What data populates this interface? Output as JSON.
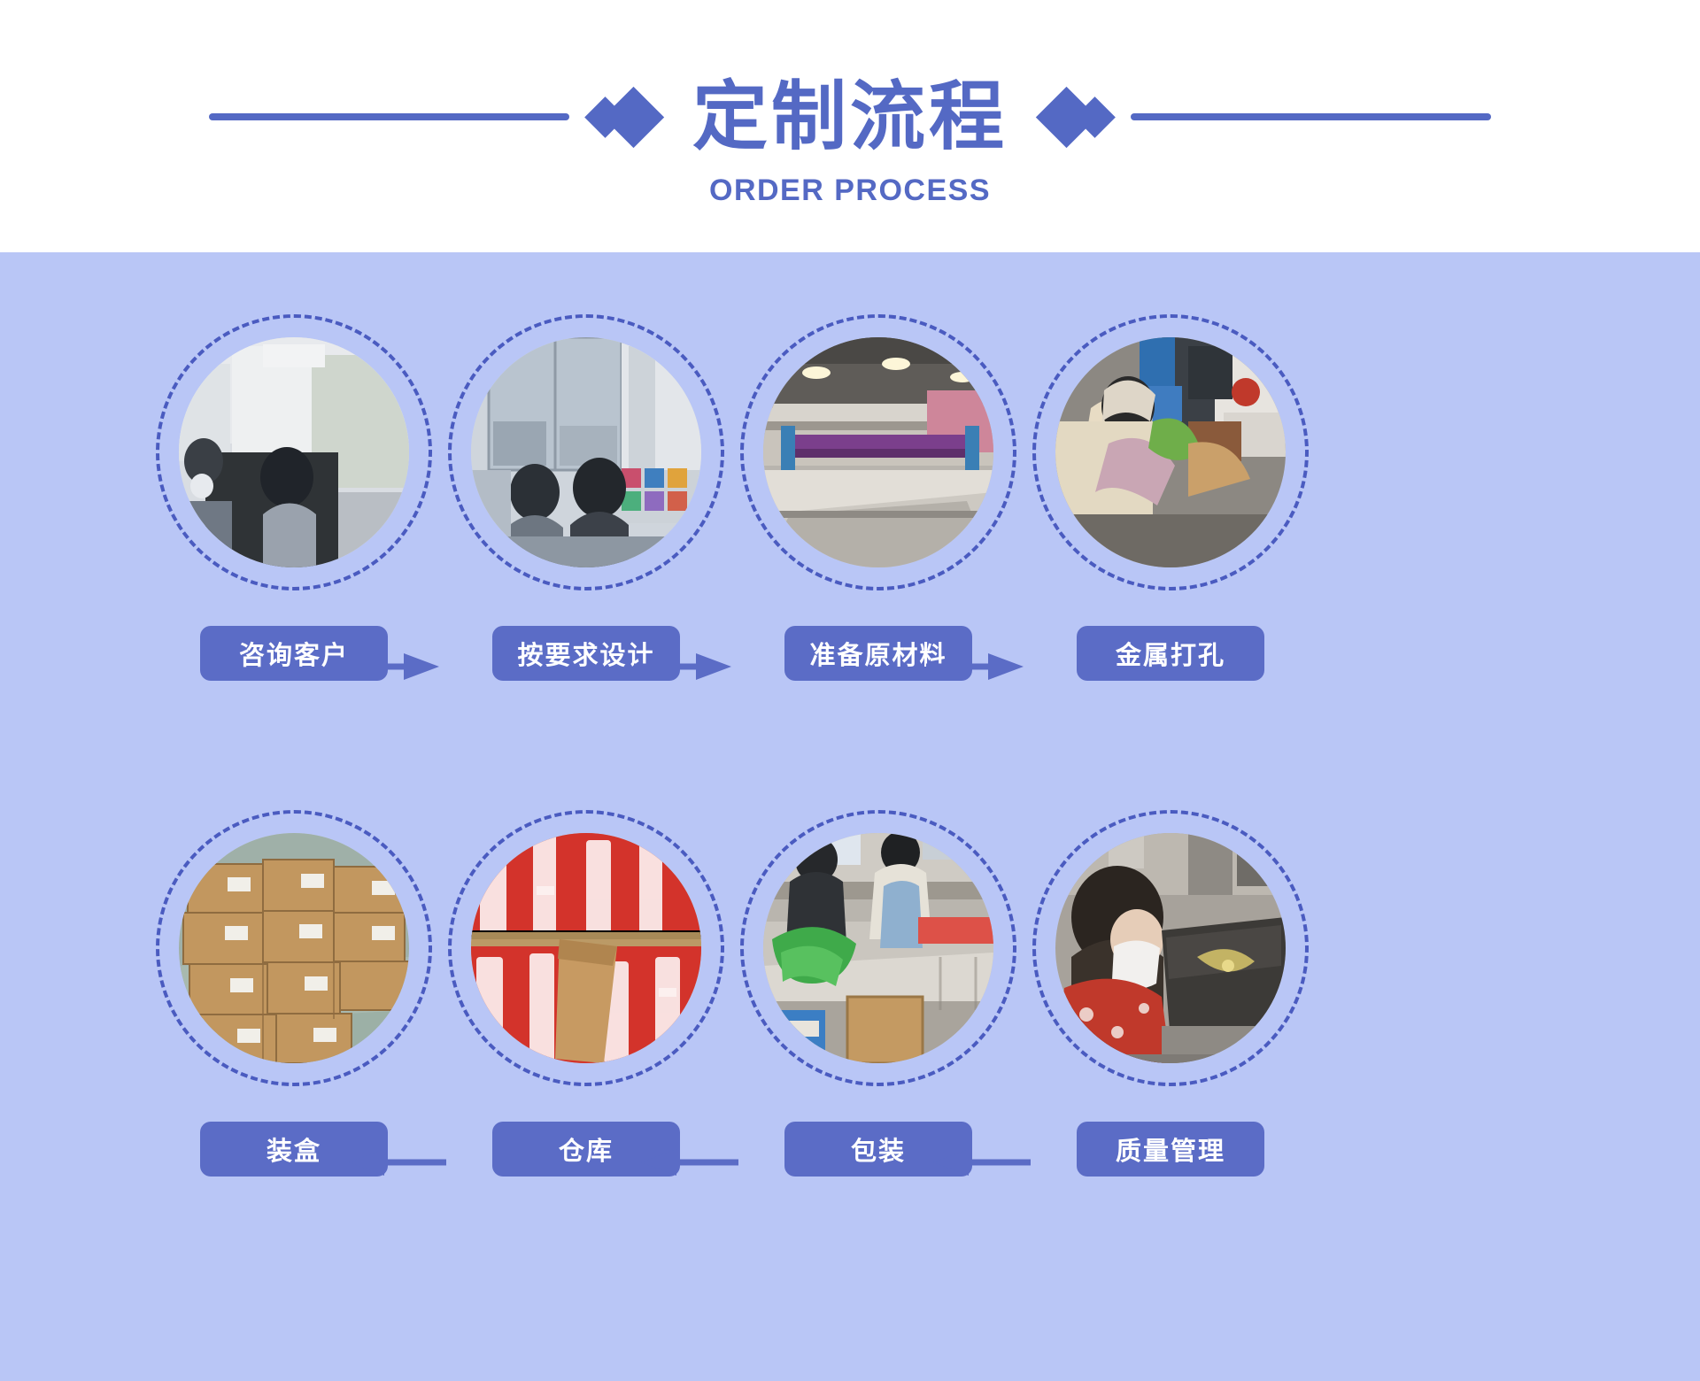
{
  "header": {
    "title_cn": "定制流程",
    "title_en": "ORDER PROCESS",
    "accent_color": "#5469c4",
    "left_rule": "",
    "right_rule": "",
    "diamond_small": "",
    "diamond_big": ""
  },
  "panel": {
    "background_color": "#b9c6f6",
    "chip_color": "#5b6cc6",
    "ring_color": "#4a5bc0"
  },
  "steps": [
    {
      "label": "咨询客户",
      "photo": "office-consultation-photo"
    },
    {
      "label": "按要求设计",
      "photo": "designers-at-desk-photo"
    },
    {
      "label": "准备原材料",
      "photo": "weaving-machine-factory-photo"
    },
    {
      "label": "金属打孔",
      "photo": "worker-metal-punching-photo"
    },
    {
      "label": "质量管理",
      "photo": "quality-inspection-photo"
    },
    {
      "label": "包装",
      "photo": "packing-line-photo"
    },
    {
      "label": "仓库",
      "photo": "warehouse-boxes-red-goods-photo"
    },
    {
      "label": "装盒",
      "photo": "stacked-cartons-photo"
    }
  ],
  "flow": {
    "row1_direction": "left-to-right",
    "row2_direction": "right-to-left",
    "arrow": ""
  }
}
